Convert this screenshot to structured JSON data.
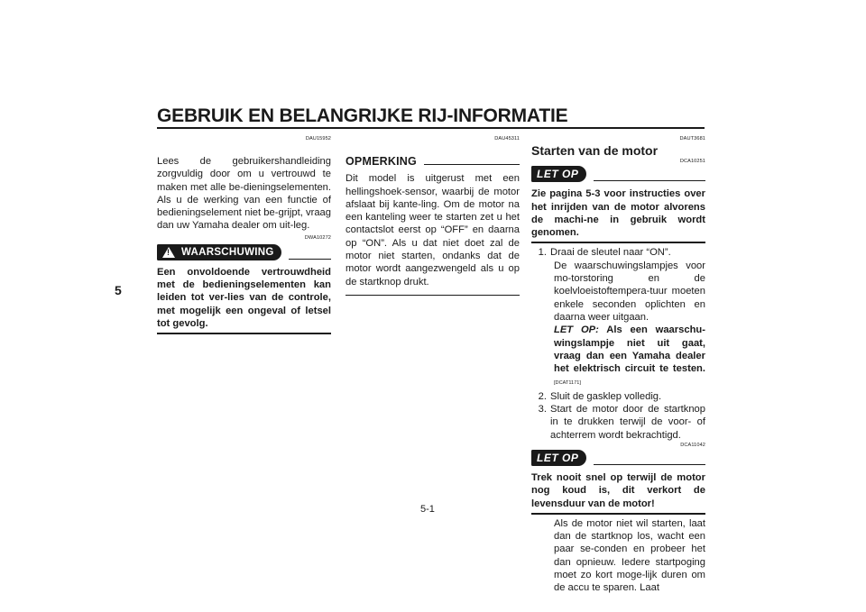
{
  "header": {
    "title": "GEBRUIK EN BELANGRIJKE RIJ-INFORMATIE",
    "chapter": "5"
  },
  "col1": {
    "code1": "DAU15952",
    "intro": "Lees de gebruikershandleiding zorgvuldig door om u vertrouwd te maken met alle be-dieningselementen. Als u de werking van een functie of bedieningselement niet be-grijpt, vraag dan uw Yamaha dealer om uit-leg.",
    "code2": "DWA10272",
    "warning_label": "WAARSCHUWING",
    "warning_text": "Een onvoldoende vertrouwdheid met de bedieningselementen kan leiden tot ver-lies van de controle, met mogelijk een ongeval of letsel tot gevolg."
  },
  "col2": {
    "code": "DAU45311",
    "note_label": "OPMERKING",
    "note_text": "Dit model is uitgerust met een hellingshoek-sensor, waarbij de motor afslaat bij kante-ling. Om de motor na een kanteling weer te starten zet u het contactslot eerst op “OFF” en daarna op “ON”. Als u dat niet doet zal de motor niet starten, ondanks dat de motor wordt aangezwengeld als u op de startknop drukt."
  },
  "col3": {
    "code1": "DAUT3681",
    "title": "Starten van de motor",
    "code2": "DCA10251",
    "caution_label": "LET OP",
    "caution1_text": "Zie pagina 5-3 voor instructies over het inrijden van de motor alvorens de machi-ne in gebruik wordt genomen.",
    "step1_num": "1.",
    "step1_text": "Draai de sleutel naar “ON”.",
    "step1_detail": "De waarschuwingslampjes voor mo-torstoring en de koelvloeistoftempera-tuur moeten enkele seconden oplichten en daarna weer uitgaan.",
    "step1_letop": "LET OP:",
    "step1_letop_text": "Als een waarschu-wingslampje niet uit gaat, vraag dan een Yamaha dealer het elektrisch circuit te testen.",
    "step1_code": "[DCAT1171]",
    "step2_num": "2.",
    "step2_text": "Sluit de gasklep volledig.",
    "step3_num": "3.",
    "step3_text": "Start de motor door de startknop in te drukken terwijl de voor- of achterrem wordt bekrachtigd.",
    "code3": "DCA11042",
    "caution2_text": "Trek nooit snel op terwijl de motor nog koud is, dit verkort de levensduur van de motor!",
    "closing_text": "Als de motor niet wil starten, laat dan de startknop los, wacht een paar se-conden en probeer het dan opnieuw. Iedere startpoging moet zo kort moge-lijk duren om de accu te sparen. Laat"
  },
  "footer": {
    "page_number": "5-1"
  }
}
